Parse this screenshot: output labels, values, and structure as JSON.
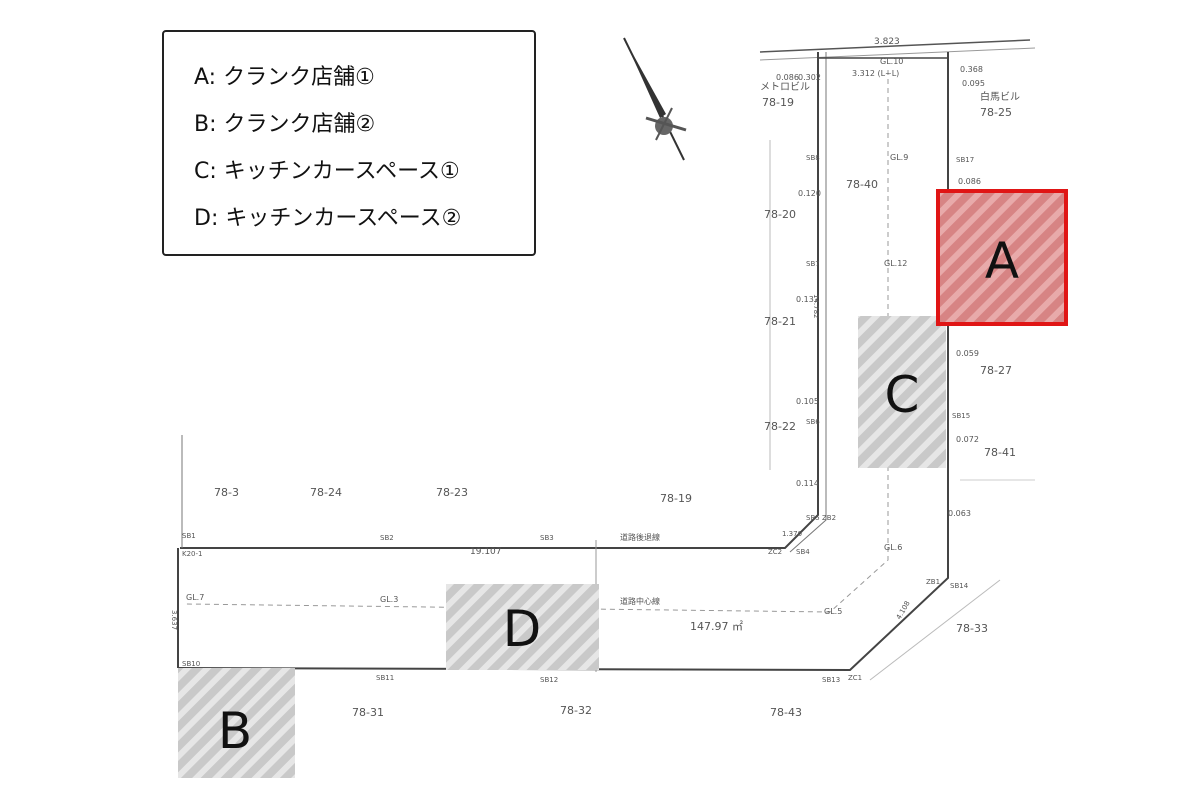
{
  "legend": [
    {
      "key": "A",
      "text": "A: クランク店舗①"
    },
    {
      "key": "B",
      "text": "B: クランク店舗②"
    },
    {
      "key": "C",
      "text": "C: キッチンカースペース①"
    },
    {
      "key": "D",
      "text": "D: キッチンカースペース②"
    }
  ],
  "zones": {
    "A": "A",
    "B": "B",
    "C": "C",
    "D": "D"
  },
  "colors": {
    "zone_a_border": "#e01515",
    "zone_a_fill": "#d98a8a",
    "zone_gray": "#bdbdbd"
  },
  "lots": {
    "l78_19_top": "78-19",
    "l78_20": "78-20",
    "l78_21": "78-21",
    "l78_22": "78-22",
    "l78_40": "78-40",
    "l78_25": "78-25",
    "l78_27": "78-27",
    "l78_41": "78-41",
    "l78_33": "78-33",
    "l78_3": "78-3",
    "l78_24": "78-24",
    "l78_23": "78-23",
    "l78_19_mid": "78-19",
    "l78_31": "78-31",
    "l78_32": "78-32",
    "l78_43": "78-43"
  },
  "building_names": {
    "metro": "メトロビル",
    "shiromaru": "白馬ビル"
  },
  "measurements": {
    "top_width": "3.823",
    "top_inner": "3.312 (L~L)",
    "len_19107": "19.107",
    "vertical_14782": "14.782",
    "area": "147.97 ㎡",
    "road_center": "道路中心線",
    "road_boundary": "道路後退線",
    "gl10": "GL.10",
    "gl9": "GL.9",
    "gl12": "GL.12",
    "gl6": "GL.6",
    "gl5": "GL.5",
    "gl7": "GL.7",
    "gl3": "GL.3",
    "v0086a": "0.086",
    "v0302": "0.302",
    "v0368": "0.368",
    "v0095": "0.095",
    "v0086b": "0.086",
    "v0120": "0.120",
    "v0137": "0.137",
    "v0105": "0.105",
    "v0114": "0.114",
    "v0059": "0.059",
    "v0072": "0.072",
    "v0063": "0.063",
    "sb17": "SB17",
    "sb8": "SB8",
    "sb7": "SB7",
    "sb6": "SB6",
    "sb5": "SB5",
    "sb1": "SB1",
    "sb2": "SB2",
    "sb3": "SB3",
    "sb4": "SB4",
    "sb10": "SB10",
    "sb11": "SB11",
    "sb12": "SB12",
    "sb13": "SB13",
    "sb14": "SB14",
    "sb15": "SB15",
    "zb1": "ZB1",
    "zb2": "ZB2",
    "zc1": "ZC1",
    "zc2": "ZC2",
    "k201": "K20-1",
    "v3637": "3.637",
    "v4108": "4.108",
    "v1370": "1.370"
  }
}
